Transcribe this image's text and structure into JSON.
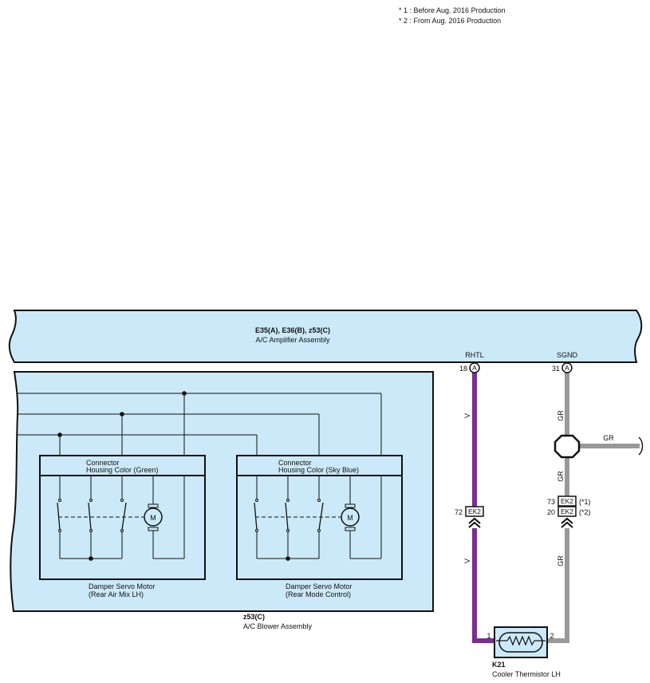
{
  "notes": {
    "note1": "* 1 : Before Aug.  2016 Production",
    "note2": "* 2 : From Aug.  2016 Production"
  },
  "amplifier": {
    "codes": "E35(A), E36(B), z53(C)",
    "name": "A/C Amplifier Assembly",
    "pin_rhtl_label": "RHTL",
    "pin_rhtl_number": "18",
    "pin_rhtl_letter": "A",
    "pin_sgnd_label": "SGND",
    "pin_sgnd_number": "31",
    "pin_sgnd_letter": "A"
  },
  "blower": {
    "code": "z53(C)",
    "name": "A/C Blower Assembly",
    "motor_glyph": "M",
    "left_connector_label": "Connector",
    "left_connector_housing": "Housing Color (Green)",
    "left_motor_label": "Damper Servo Motor",
    "left_motor_sub": "(Rear Air Mix LH)",
    "right_connector_label": "Connector",
    "right_connector_housing": "Housing Color (Sky Blue)",
    "right_motor_label": "Damper Servo Motor",
    "right_motor_sub": "(Rear Mode Control)"
  },
  "wires": {
    "violet_code": "V",
    "gray_code": "GR",
    "violet_color": "#7b2f8e",
    "gray_color": "#999999"
  },
  "connectors": {
    "ek2_label": "EK2",
    "violet_pin": "72",
    "gray_pin_1": "73",
    "gray_pin_1_note": "(*1)",
    "gray_pin_2": "20",
    "gray_pin_2_note": "(*2)"
  },
  "thermistor": {
    "code": "K21",
    "name": "Cooler Thermistor LH",
    "pin_left": "1",
    "pin_right": "2"
  },
  "colors": {
    "panel_fill": "#cbe9f8",
    "outline": "#111111"
  }
}
